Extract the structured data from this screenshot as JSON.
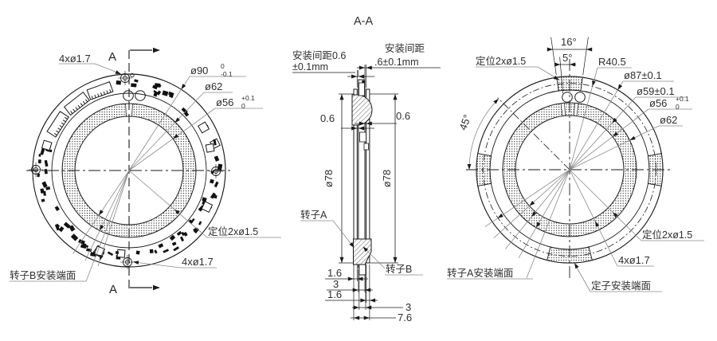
{
  "colors": {
    "line": "#1a1a1a",
    "leader": "#8a8a8a",
    "text": "#2e2e2e",
    "background": "#ffffff"
  },
  "left_view": {
    "section_marker_top": "A",
    "section_marker_bottom": "A",
    "holes_top": "4xø1.7",
    "d90": "ø90",
    "d90_tol_up": "0",
    "d90_tol_dn": "-0.1",
    "d62": "ø62",
    "d56": "ø56",
    "d56_tol_up": "+0.1",
    "d56_tol_dn": "0",
    "locating": "定位2xø1.5",
    "holes_bottom": "4xø1.7",
    "rotor_b_face": "转子B安装端面"
  },
  "section_view": {
    "title": "A-A",
    "gap_left_1": "安装间距0.6",
    "gap_left_2": "±0.1mm",
    "gap_right_1": "安装间距",
    "gap_right_2": ".6±0.1mm",
    "gap_left_val": "0.6",
    "gap_right_val": "0.6",
    "dia_left": "ø78",
    "dia_right": "ø78",
    "rotor_a": "转子A",
    "rotor_b": "转子B",
    "t_rotor_a": "1.6",
    "t_stator": "3",
    "t_rotor_b": "1.6",
    "hub_w": "3",
    "total_w": "7.6"
  },
  "right_view": {
    "angle16": "16°",
    "angle5": "5°",
    "locating_top": "定位2xø1.5",
    "r405": "R40.5",
    "d87": "ø87±0.1",
    "d59": "ø59±0.1",
    "d56": "ø56",
    "d56_tol_up": "+0.1",
    "d56_tol_dn": "0",
    "d62": "ø62",
    "angle45": "45°",
    "locating_bottom": "定位2xø1.5",
    "holes": "4xø1.7",
    "rotor_a_face": "转子A安装端面",
    "stator_face": "定子安装端面"
  }
}
